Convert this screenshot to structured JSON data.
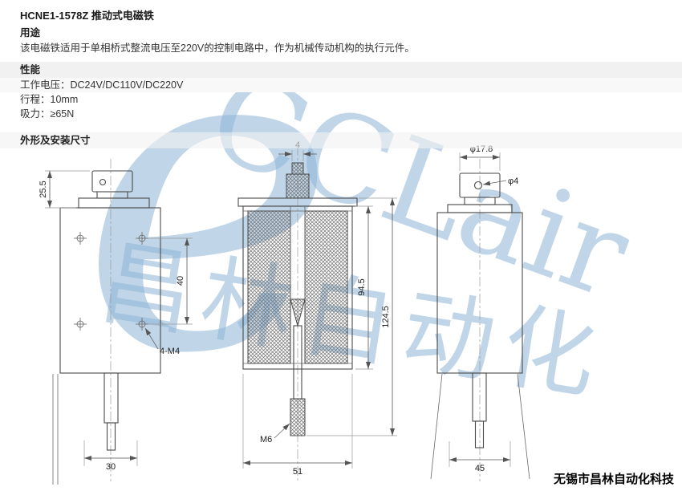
{
  "page": {
    "title": "HCNE1-1578Z 推动式电磁铁",
    "usage_heading": "用途",
    "usage_text": "该电磁铁适用于单相桥式整流电压至220V的控制电路中，作为机械传动机构的执行元件。",
    "performance_heading": "性能",
    "specs": [
      "工作电压：DC24V/DC110V/DC220V",
      "行程：10mm",
      "吸力：≥65N"
    ],
    "dimensions_heading": "外形及安装尺寸",
    "footer": "无锡市昌林自动化科技"
  },
  "watermark": {
    "logo_letter": "e",
    "brand": "CCLair",
    "cn": "昌林自动化",
    "color": "#8db4d6"
  },
  "drawing": {
    "left_view": {
      "bracket_height": "25.5",
      "hole_spacing": "40",
      "hole_callout": "4-M4",
      "bottom_width": "30"
    },
    "section_view": {
      "stem_width": "4",
      "body_height": "94.5",
      "total_height": "124.5",
      "thread": "M6",
      "body_width": "51"
    },
    "right_view": {
      "bracket_dia": "φ17.8",
      "hole_dia": "φ4",
      "body_width": "45"
    }
  }
}
